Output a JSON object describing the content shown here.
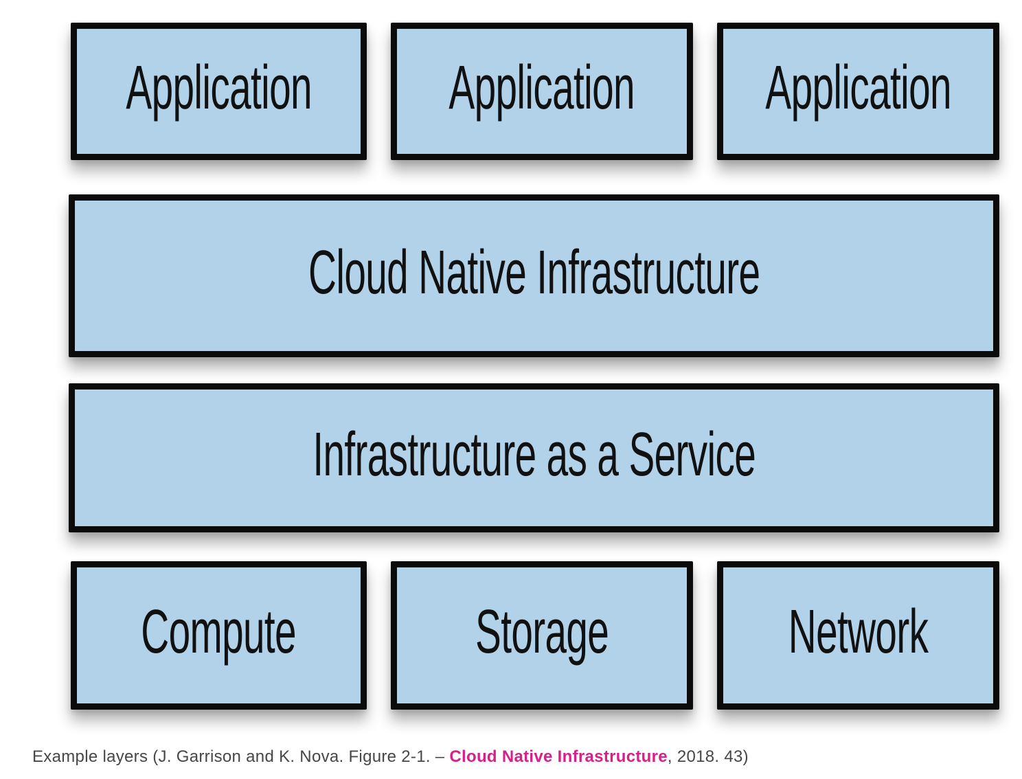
{
  "figure": {
    "type": "layered-architecture-diagram",
    "boxes": [
      {
        "label": "Application"
      },
      {
        "label": "Application"
      },
      {
        "label": "Application"
      },
      {
        "label": "Cloud Native Infrastructure"
      },
      {
        "label": "Infrastructure as a Service"
      },
      {
        "label": "Compute"
      },
      {
        "label": "Storage"
      },
      {
        "label": "Network"
      }
    ]
  },
  "caption": {
    "prefix": "Example layers (J. Garrison and K. Nova. Figure 2-1. – ",
    "citation": "Cloud Native Infrastructure",
    "suffix": ", 2018. 43)"
  },
  "colors": {
    "background": "#ffffff",
    "box_fill": "#b1d2e9",
    "box_border": "#0b0b0b",
    "caption_text": "#47474b",
    "citation_pink": "#d6218a"
  }
}
